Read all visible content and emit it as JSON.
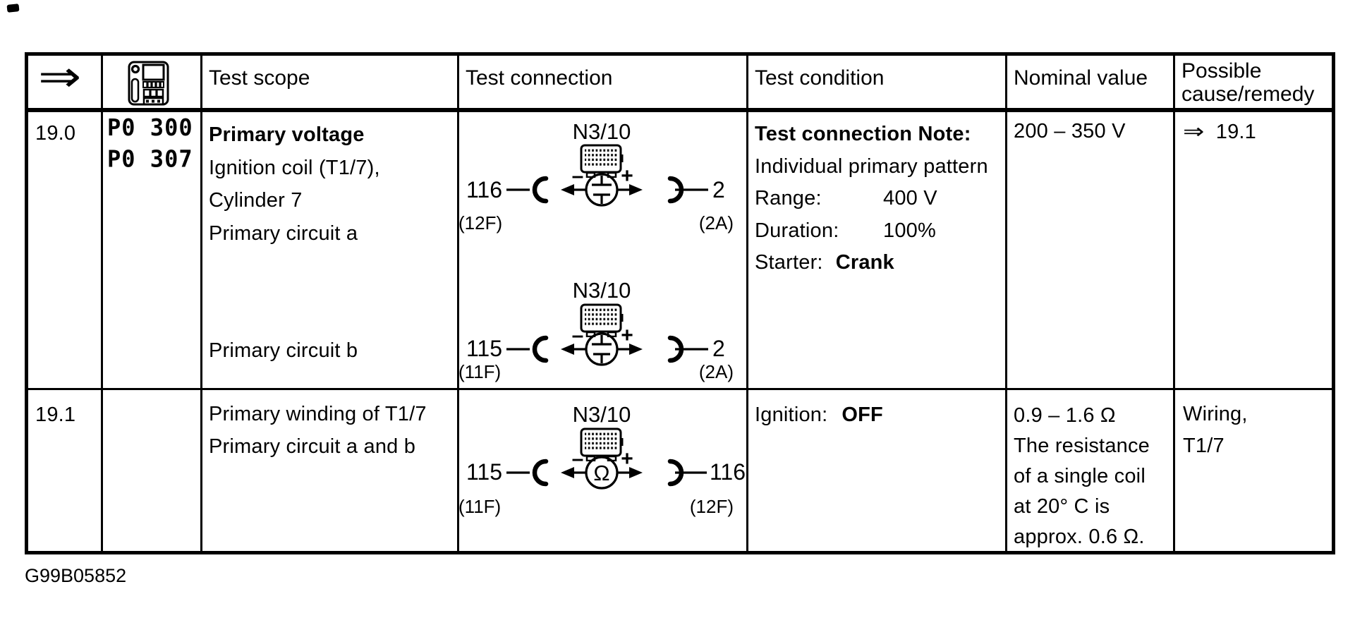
{
  "figure_code": "G99B05852",
  "symbols": {
    "minus": "–",
    "plus": "+",
    "ohm": "Ω",
    "nav_arrow": "⇒"
  },
  "header": {
    "test_scope": "Test scope",
    "test_connection": "Test connection",
    "test_condition": "Test condition",
    "nominal_value": "Nominal value",
    "possible_cause_line1": "Possible",
    "possible_cause_line2": "cause/remedy"
  },
  "rows": [
    {
      "step": "19.0",
      "dtc_code_1": "P0 300",
      "dtc_code_2": "P0 307",
      "scope_title": "Primary voltage",
      "scope_line1": "Ignition coil (T1/7),",
      "scope_line2": "Cylinder 7",
      "scope_line3": "Primary circuit a",
      "scope_line4": "Primary circuit b",
      "conn_a": {
        "unit": "N3/10",
        "left_pin": "116",
        "left_socket": "(12F)",
        "right_pin": "2",
        "right_socket": "(2A)"
      },
      "conn_b": {
        "unit": "N3/10",
        "left_pin": "115",
        "left_socket": "(11F)",
        "right_pin": "2",
        "right_socket": "(2A)"
      },
      "cond_title": "Test connection Note:",
      "cond_line": "Individual primary pattern",
      "range_label": "Range:",
      "range_value": "400 V",
      "duration_label": "Duration:",
      "duration_value": "100%",
      "starter_label": "Starter:",
      "starter_value": "Crank",
      "nominal": "200 – 350 V",
      "remedy_ref": "19.1"
    },
    {
      "step": "19.1",
      "scope_line1": "Primary winding of T1/7",
      "scope_line2": "Primary circuit a and b",
      "conn": {
        "unit": "N3/10",
        "left_pin": "115",
        "left_socket": "(11F)",
        "right_pin": "116",
        "right_socket": "(12F)"
      },
      "cond_label": "Ignition:",
      "cond_value": "OFF",
      "nominal_line1": "0.9 – 1.6 Ω",
      "nominal_line2": "The resistance",
      "nominal_line3": "of a single coil",
      "nominal_line4": "at 20° C is",
      "nominal_line5": "approx. 0.6 Ω.",
      "remedy_line1": "Wiring,",
      "remedy_line2": "T1/7"
    }
  ]
}
